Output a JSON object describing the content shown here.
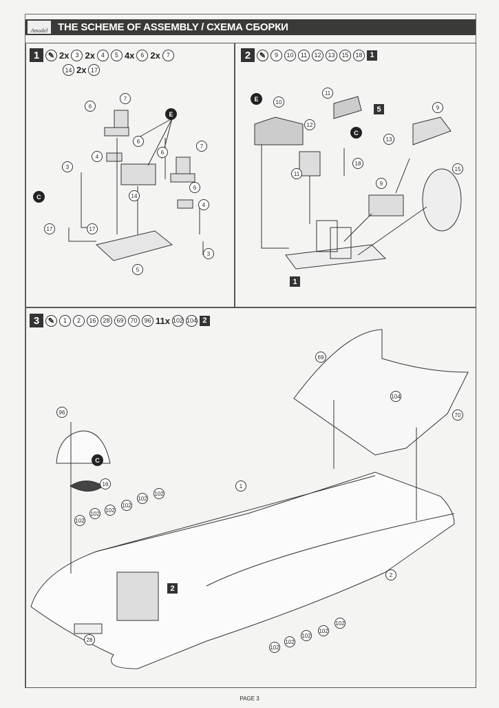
{
  "header": {
    "logo": "Amodel",
    "title": "THE SCHEME OF ASSEMBLY / СХЕМА СБОРКИ"
  },
  "step1": {
    "number": "1",
    "parts": [
      "2x",
      "3",
      "2x",
      "4",
      "5",
      "4x",
      "6",
      "2x",
      "7",
      "14",
      "2x",
      "17"
    ],
    "callouts": [
      "7",
      "6",
      "E",
      "6",
      "4",
      "6",
      "7",
      "3",
      "14",
      "6",
      "4",
      "C",
      "17",
      "17",
      "5",
      "3"
    ]
  },
  "step2": {
    "number": "2",
    "parts": [
      "9",
      "10",
      "11",
      "12",
      "13",
      "15",
      "18"
    ],
    "ref": "1",
    "callouts": [
      "E",
      "10",
      "11",
      "12",
      "9",
      "C",
      "13",
      "11",
      "18",
      "9",
      "15"
    ],
    "sub_ref": "5",
    "place_ref": "1"
  },
  "step3": {
    "number": "3",
    "parts": [
      "1",
      "2",
      "16",
      "28",
      "69",
      "70",
      "96",
      "11x",
      "102",
      "104"
    ],
    "ref": "2",
    "callouts": [
      "69",
      "104",
      "70",
      "96",
      "C",
      "16",
      "1",
      "2",
      "28",
      "102",
      "102",
      "102",
      "102",
      "102",
      "102",
      "102",
      "102",
      "102",
      "102",
      "102"
    ],
    "place_ref": "2"
  },
  "footer": {
    "page": "PAGE 3"
  }
}
